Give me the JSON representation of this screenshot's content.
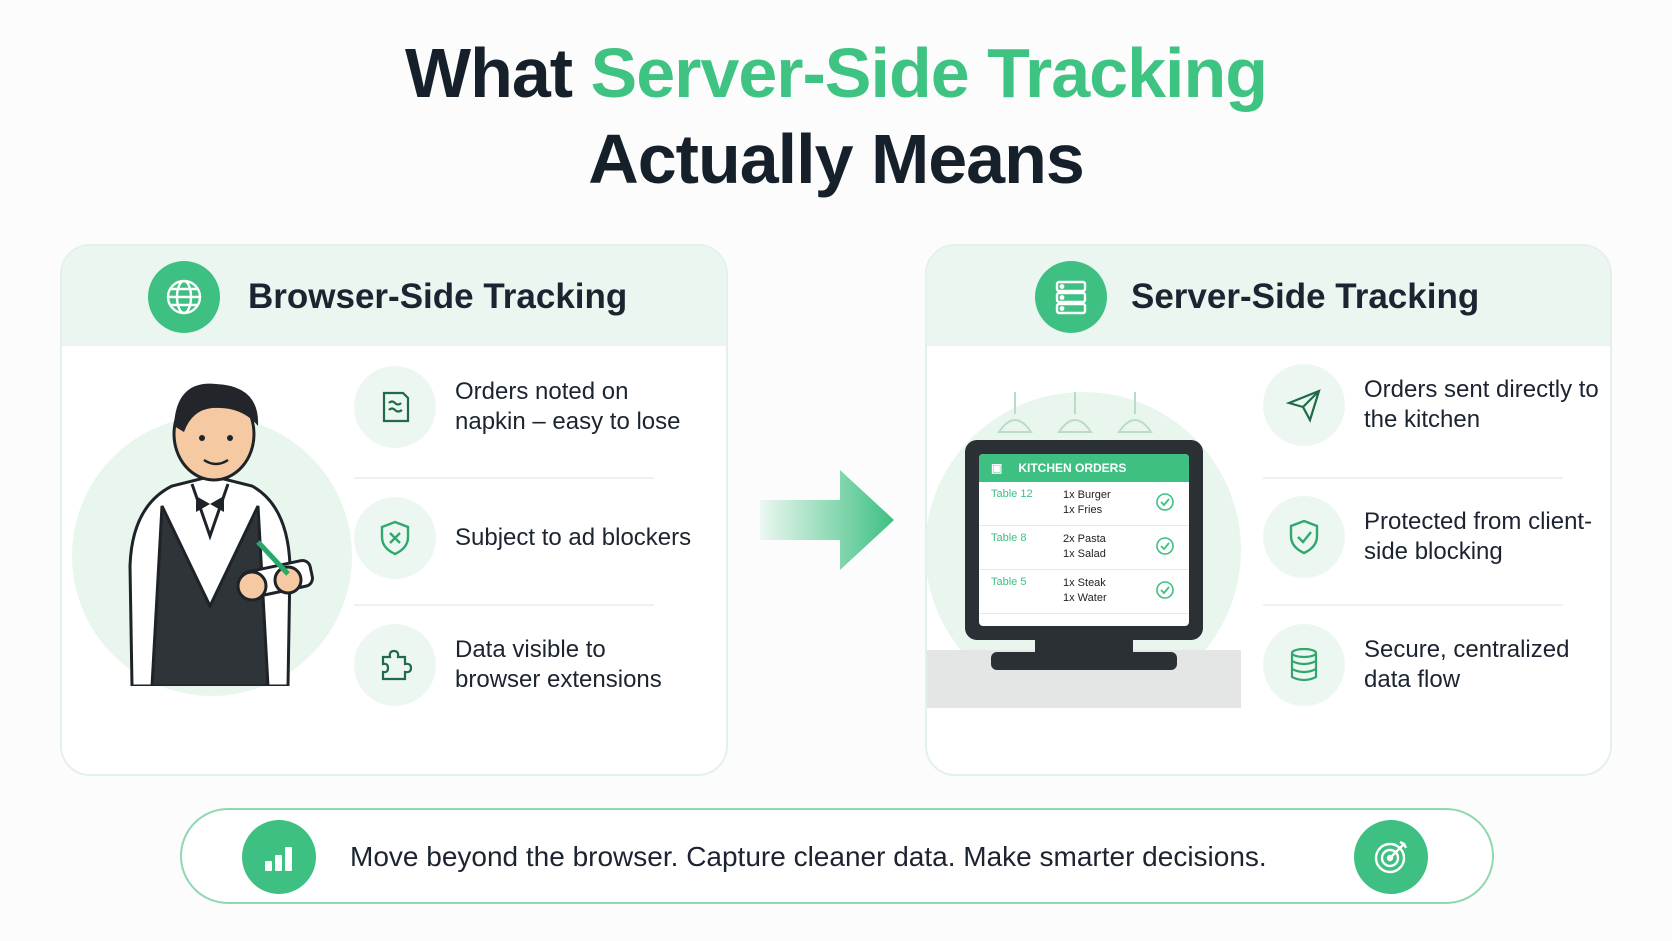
{
  "title": {
    "prefix": "What ",
    "accent": "Server-Side Tracking",
    "line2": "Actually Means"
  },
  "browser_card": {
    "title": "Browser-Side Tracking",
    "icon": "globe-icon",
    "features": [
      {
        "icon": "napkin-note-icon",
        "text": "Orders noted on napkin – easy to lose"
      },
      {
        "icon": "shield-x-icon",
        "text": "Subject to ad blockers"
      },
      {
        "icon": "puzzle-icon",
        "text": "Data visible to browser extensions"
      }
    ]
  },
  "server_card": {
    "title": "Server-Side Tracking",
    "icon": "server-icon",
    "features": [
      {
        "icon": "paper-plane-icon",
        "text": "Orders sent directly to the kitchen"
      },
      {
        "icon": "shield-check-icon",
        "text": "Protected from client-side blocking"
      },
      {
        "icon": "database-icon",
        "text": "Secure, centralized data flow"
      }
    ],
    "kitchen_display": {
      "header": "KITCHEN ORDERS",
      "orders": [
        {
          "table": "Table 12",
          "line1": "1x Burger",
          "line2": "1x Fries"
        },
        {
          "table": "Table 8",
          "line1": "2x Pasta",
          "line2": "1x Salad"
        },
        {
          "table": "Table 5",
          "line1": "1x Steak",
          "line2": "1x Water"
        }
      ]
    }
  },
  "banner": {
    "text": "Move beyond the browser. Capture cleaner data. Make smarter decisions.",
    "left_icon": "bar-chart-icon",
    "right_icon": "target-icon"
  },
  "colors": {
    "accent": "#3fc383",
    "dark_text": "#16202a",
    "header_bg": "#eaf6ef"
  }
}
